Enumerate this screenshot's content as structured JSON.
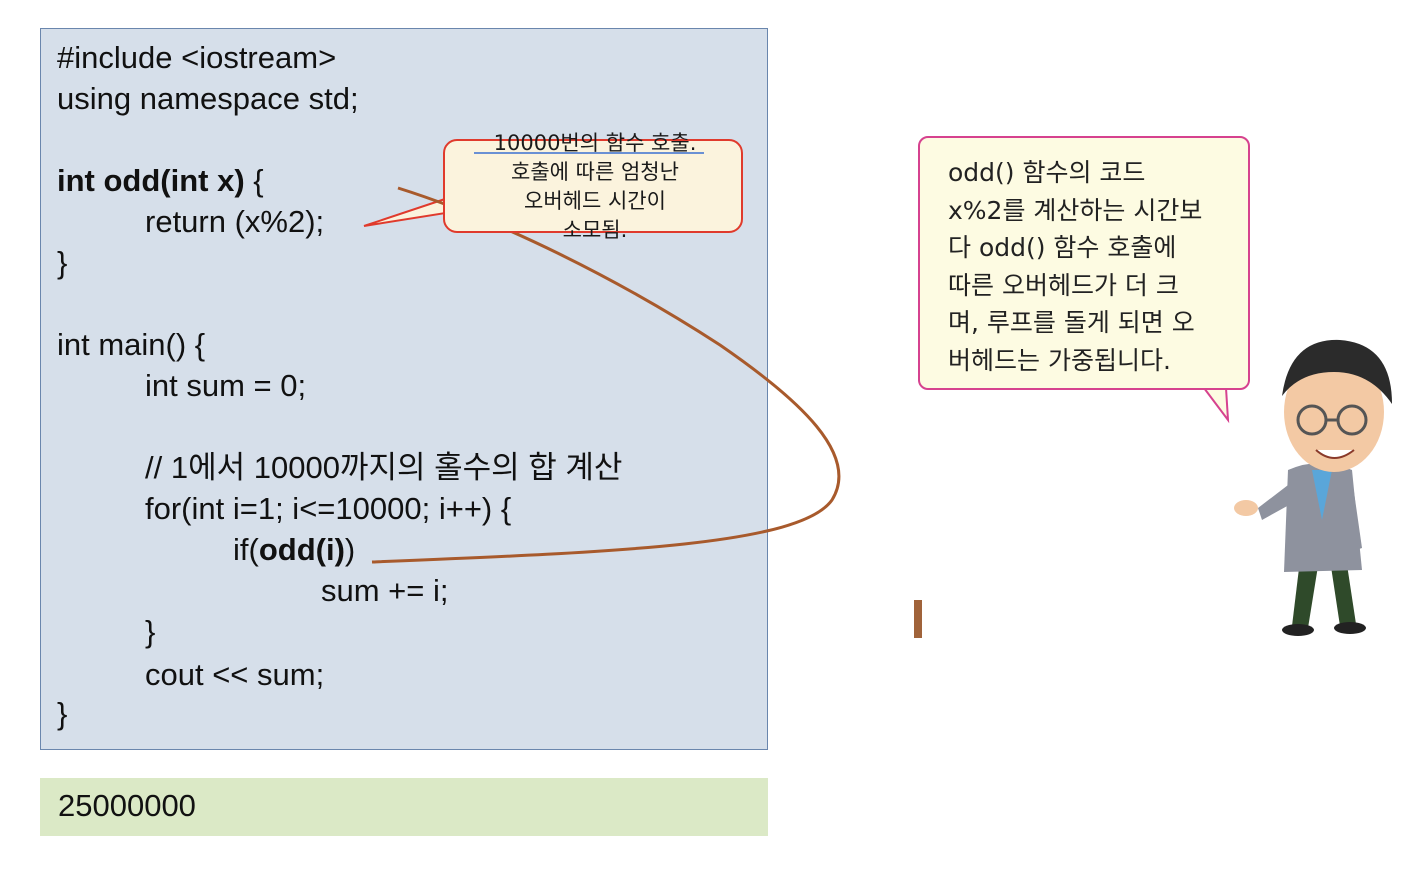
{
  "code": {
    "line_include": "#include <iostream>",
    "line_using": "using namespace std;",
    "line_odd_bold": "int odd(int x)",
    "line_odd_rest": " {",
    "line_return": "return (x%2);",
    "line_close1": "}",
    "line_main": "int main() {",
    "line_sum": "int sum = 0;",
    "line_comment": "// 1에서 10000까지의 홀수의 합 계산",
    "line_for": "for(int i=1; i<=10000; i++) {",
    "line_if_pre": "if(",
    "line_if_bold": "odd(i)",
    "line_if_post": ")",
    "line_sumplus": "sum += i;",
    "line_close2": "}",
    "line_cout": "cout << sum;",
    "line_close3": "}"
  },
  "output": {
    "value": "25000000"
  },
  "callout": {
    "line1": "10000번의 함수 호출.",
    "line2": "호출에 따른 엄청난",
    "line3": "오버헤드 시간이",
    "line4": "소모됨."
  },
  "speech_bubble": {
    "text": "odd() 함수의 코드\nx%2를 계산하는 시간보\n다 odd() 함수 호출에\n따른 오버헤드가 더 크\n며, 루프를 돌게 되면 오\n버헤드는 가중됩니다."
  },
  "colors": {
    "code_bg": "#d6dfea",
    "output_bg": "#dbe9c6",
    "callout_border": "#e03a2c",
    "arrow": "#a85a2c",
    "speech_border": "#d6428f"
  }
}
